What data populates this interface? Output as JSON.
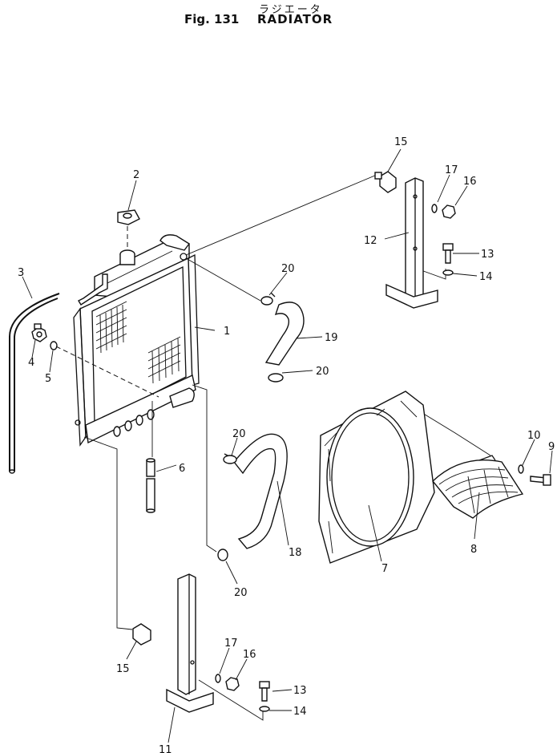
{
  "header": {
    "subtitle": "ラジエータ",
    "figure_label": "Fig. 131",
    "title": "RADIATOR"
  },
  "callouts": [
    {
      "id": "c1",
      "label": "1"
    },
    {
      "id": "c2",
      "label": "2"
    },
    {
      "id": "c3",
      "label": "3"
    },
    {
      "id": "c4",
      "label": "4"
    },
    {
      "id": "c5",
      "label": "5"
    },
    {
      "id": "c6",
      "label": "6"
    },
    {
      "id": "c7",
      "label": "7"
    },
    {
      "id": "c8",
      "label": "8"
    },
    {
      "id": "c9",
      "label": "9"
    },
    {
      "id": "c10",
      "label": "10"
    },
    {
      "id": "c11",
      "label": "11"
    },
    {
      "id": "c12",
      "label": "12"
    },
    {
      "id": "c13a",
      "label": "13"
    },
    {
      "id": "c13b",
      "label": "13"
    },
    {
      "id": "c14a",
      "label": "14"
    },
    {
      "id": "c14b",
      "label": "14"
    },
    {
      "id": "c15a",
      "label": "15"
    },
    {
      "id": "c15b",
      "label": "15"
    },
    {
      "id": "c16a",
      "label": "16"
    },
    {
      "id": "c16b",
      "label": "16"
    },
    {
      "id": "c17a",
      "label": "17"
    },
    {
      "id": "c17b",
      "label": "17"
    },
    {
      "id": "c18",
      "label": "18"
    },
    {
      "id": "c19",
      "label": "19"
    },
    {
      "id": "c20a",
      "label": "20"
    },
    {
      "id": "c20b",
      "label": "20"
    },
    {
      "id": "c20c",
      "label": "20"
    },
    {
      "id": "c20d",
      "label": "20"
    }
  ]
}
